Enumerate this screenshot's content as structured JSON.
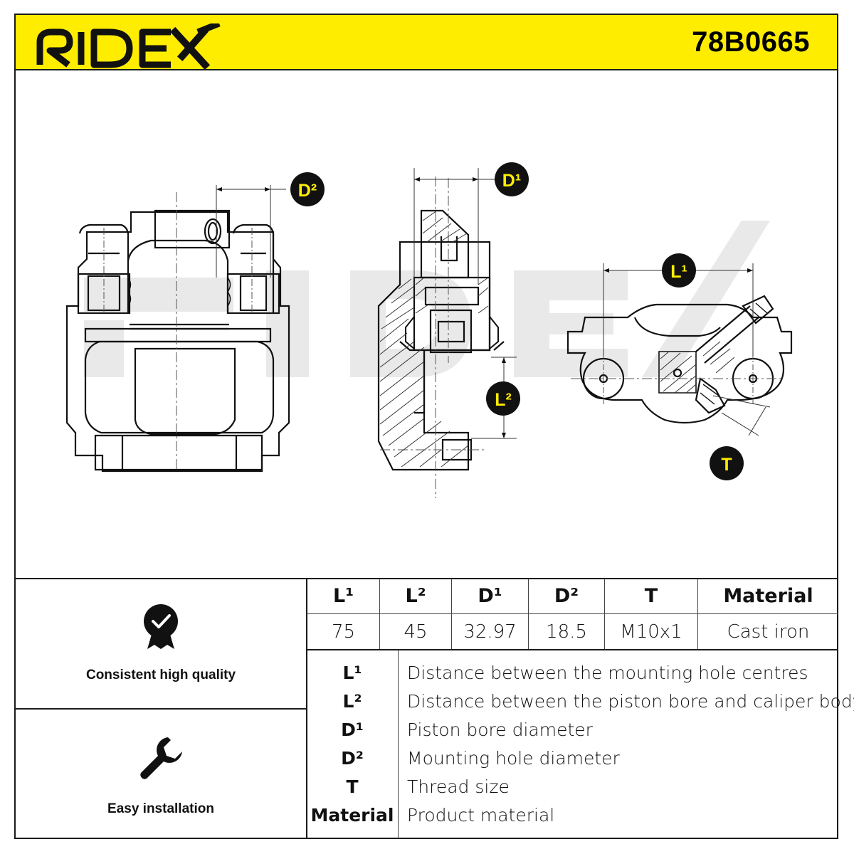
{
  "header": {
    "brand": "RIDEX",
    "part_number": "78B0665"
  },
  "drawing": {
    "labels": {
      "d2": "D²",
      "d1": "D¹",
      "l1": "L¹",
      "l2": "L²",
      "t": "T"
    },
    "watermark": "RIDEX"
  },
  "features": [
    {
      "label": "Consistent high quality",
      "icon": "quality-badge-icon"
    },
    {
      "label": "Easy installation",
      "icon": "wrench-icon"
    }
  ],
  "spec_table": {
    "headers": [
      "L¹",
      "L²",
      "D¹",
      "D²",
      "T",
      "Material"
    ],
    "values": [
      "75",
      "45",
      "32.97",
      "18.5",
      "M10x1",
      "Cast iron"
    ]
  },
  "legend": [
    {
      "key": "L¹",
      "desc": "Distance between the mounting hole centres"
    },
    {
      "key": "L²",
      "desc": "Distance between the piston bore and caliper body"
    },
    {
      "key": "D¹",
      "desc": "Piston bore diameter"
    },
    {
      "key": "D²",
      "desc": "Mounting hole diameter"
    },
    {
      "key": "T",
      "desc": "Thread size"
    },
    {
      "key": "Material",
      "desc": "Product material"
    }
  ],
  "colors": {
    "brand_yellow": "#ffed00",
    "ink": "#111111",
    "watermark": "#e6e6e6"
  }
}
